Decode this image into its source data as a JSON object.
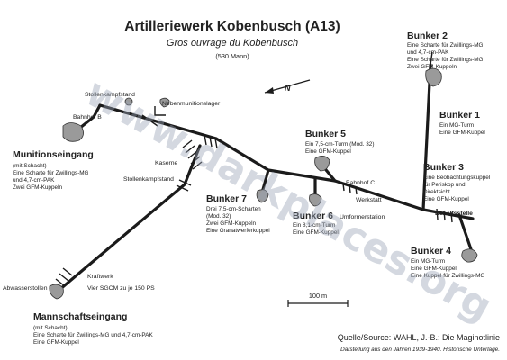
{
  "title": "Artilleriewerk Kobenbusch (A13)",
  "subtitle": "Gros ouvrage du Kobenbusch",
  "crew": "(530 Mann)",
  "watermark": "www.darkplaces.org",
  "scale_label": "100 m",
  "labels": {
    "stollen_top": "Stollenkampfstand",
    "nebenmunition": "Nebenmunitionslager",
    "bahnhof_b": "Bahnhof B",
    "kaserne": "Kaserne",
    "stollen_mid": "Stollenkampfstand",
    "bahnhof_c": "Bahnhof C",
    "werkstatt": "Werkstatt",
    "umformer": "Umformerstation",
    "behelfsstelle": "Behelfsstelle",
    "kraftwerk": "Kraftwerk",
    "kraftwerk2": "Vier SGCM zu je 150 PS",
    "abwasser": "Abwasserstollen"
  },
  "blocks": [
    {
      "id": "munitionseingang",
      "name": "Munitionseingang",
      "lines": [
        "(mit Schacht)",
        "Eine Scharte für Zwillings-MG",
        "und 4,7-cm-PAK",
        "Zwei GFM-Kuppeln"
      ]
    },
    {
      "id": "mannschaftseingang",
      "name": "Mannschaftseingang",
      "lines": [
        "(mit Schacht)",
        "Eine Scharte für Zwillings-MG und 4,7-cm-PAK",
        "Eine GFM-Kuppel"
      ]
    },
    {
      "id": "bunker1",
      "name": "Bunker 1",
      "lines": [
        "Ein MG-Turm",
        "Eine GFM-Kuppel"
      ]
    },
    {
      "id": "bunker2",
      "name": "Bunker 2",
      "lines": [
        "Eine Scharte für Zwillings-MG",
        "und 4,7-cm-PAK",
        "Eine Scharte für Zwillings-MG",
        "Zwei GFM-Kuppeln"
      ]
    },
    {
      "id": "bunker3",
      "name": "Bunker 3",
      "lines": [
        "Eine Beobachtungskuppel",
        "für Periskop und",
        "Direktsicht",
        "Eine GFM-Kuppel"
      ]
    },
    {
      "id": "bunker4",
      "name": "Bunker 4",
      "lines": [
        "Ein MG-Turm",
        "Eine GFM-Kuppel",
        "Eine Kuppel für Zwillings-MG"
      ]
    },
    {
      "id": "bunker5",
      "name": "Bunker 5",
      "lines": [
        "Ein 7,5-cm-Turm (Mod. 32)",
        "Eine GFM-Kuppel"
      ]
    },
    {
      "id": "bunker6",
      "name": "Bunker 6",
      "lines": [
        "Ein 8,1-cm-Turm",
        "Eine GFM-Kuppel"
      ]
    },
    {
      "id": "bunker7",
      "name": "Bunker 7",
      "lines": [
        "Drei 7,5-cm-Scharten",
        "(Mod. 32)",
        "Zwei GFM-Kuppeln",
        "Eine Granatwerferkuppel"
      ]
    }
  ],
  "source": "Quelle/Source: WAHL, J.-B.: Die Maginotlinie",
  "source_note": "Darstellung aus den Jahren 1939-1940. Historische Unterlage."
}
